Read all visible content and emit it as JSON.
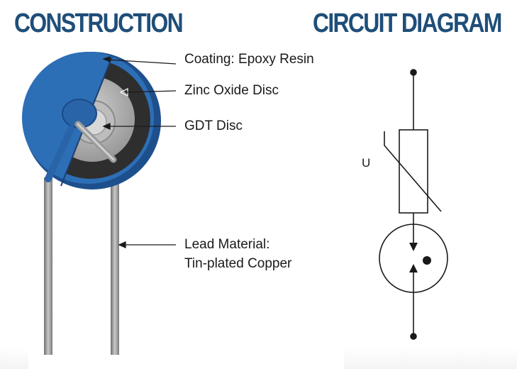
{
  "headings": {
    "construction": "CONSTRUCTION",
    "circuit_diagram": "CIRCUIT DIAGRAM"
  },
  "labels": {
    "coating": "Coating: Epoxy Resin",
    "zinc_oxide_disc": "Zinc Oxide Disc",
    "gdt_disc": "GDT Disc",
    "lead_material_line1": "Lead Material:",
    "lead_material_line2": "Tin-plated Copper"
  },
  "circuit": {
    "voltage_label": "U"
  },
  "colors": {
    "heading": "#1f4e79",
    "coating_blue": "#2d6fb7",
    "zinc_oxide_dark": "#3a3a3a",
    "gdt_grey": "#a8a8a8",
    "lead_grey": "#8e8e8e",
    "line": "#1a1a1a"
  }
}
